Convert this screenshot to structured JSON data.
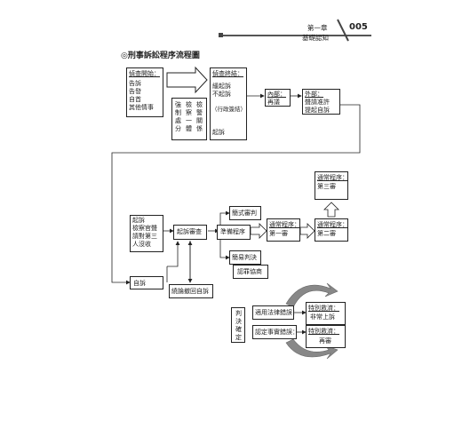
{
  "header": {
    "chapter": "第一章",
    "section": "基礎認知",
    "page_number": "005"
  },
  "title": "◎刑事訴訟程序流程圖",
  "nodes": {
    "investigation_start": {
      "heading": "偵查開始：",
      "lines": [
        "告訴",
        "告發",
        "自首",
        "其他情事"
      ]
    },
    "investigation_end": {
      "heading": "偵查終結：",
      "lines": [
        "緩起訴",
        "不起訴",
        "（行政簽結）",
        "起訴"
      ]
    },
    "police_agencies": {
      "columns": [
        "強制處分",
        "檢察一體",
        "檢警關係"
      ]
    },
    "internal": {
      "heading": "內部：",
      "line": "再議"
    },
    "external": {
      "heading": "外部：",
      "lines": [
        "聲請准許",
        "提起自訴"
      ]
    },
    "indictment": {
      "lines": [
        "起訴",
        "檢察官聲",
        "請對第三",
        "人沒收"
      ]
    },
    "indictment_review": "起訴審查",
    "preparatory": "準備程序",
    "summary_trial": "簡式審判",
    "summary_judgment": "簡易判決",
    "plea_bargain": "認罪協商",
    "first_instance": {
      "heading": "通常程序：",
      "line": "第一審"
    },
    "second_instance": {
      "heading": "通常程序：",
      "line": "第二審"
    },
    "third_instance": {
      "heading": "通常程序：",
      "line": "第三審"
    },
    "private_prosecution": "自訴",
    "withdrawal": "繞論撤回自訴",
    "final_judgment": "判決確定",
    "law_error": "適用法律錯誤：",
    "fact_error": "認定事實錯誤：",
    "extraordinary_appeal": {
      "heading": "特別救濟：",
      "line": "非常上訴"
    },
    "retrial": {
      "heading": "特別救濟：",
      "line": "再審"
    }
  }
}
